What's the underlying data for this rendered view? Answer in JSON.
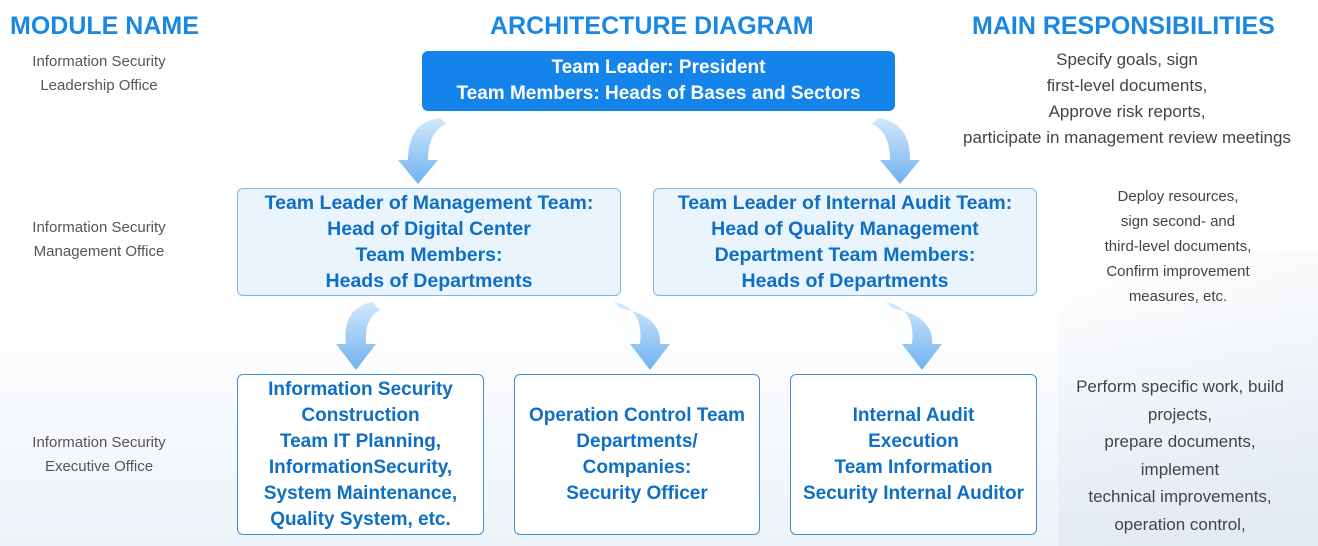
{
  "headers": {
    "module": "MODULE NAME",
    "diagram": "ARCHITECTURE DIAGRAM",
    "responsibilities": "MAIN RESPONSIBILITIES"
  },
  "modules": [
    [
      "Information Security",
      "Leadership Office"
    ],
    [
      "Information Security",
      "Management Office"
    ],
    [
      "Information Security",
      "Executive Office"
    ]
  ],
  "top_box": [
    "Team Leader: President",
    "Team Members: Heads of Bases and Sectors"
  ],
  "mid_boxes": [
    [
      "Team Leader of Management Team:",
      "Head of Digital Center",
      "Team Members:",
      "Heads of Departments"
    ],
    [
      "Team Leader of Internal Audit Team:",
      "Head of Quality Management",
      "Department Team Members:",
      "Heads of Departments"
    ]
  ],
  "low_boxes": [
    [
      "Information Security",
      "Construction",
      "Team IT Planning,",
      "InformationSecurity,",
      "System Maintenance,",
      "Quality System, etc."
    ],
    [
      "Operation Control Team",
      "Departments/",
      "Companies:",
      "Security Officer"
    ],
    [
      "Internal Audit",
      "Execution",
      "Team Information",
      "Security Internal Auditor"
    ]
  ],
  "responsibilities": [
    [
      "Specify goals, sign",
      "first-level documents,",
      "Approve risk reports,",
      "participate in management review meetings"
    ],
    [
      "Deploy resources,",
      "sign second- and",
      "third-level documents,",
      "Confirm improvement",
      "measures, etc."
    ],
    [
      "Perform specific work, build",
      "projects,",
      "prepare documents,",
      "implement",
      "technical improvements,",
      "operation control,"
    ]
  ],
  "colors": {
    "header": "#1a88e0",
    "top_box": "#1484ea",
    "mid_box_fill": "#eaf4fd",
    "box_text": "#0e6fc4",
    "arrow": "#7ab8f0"
  }
}
